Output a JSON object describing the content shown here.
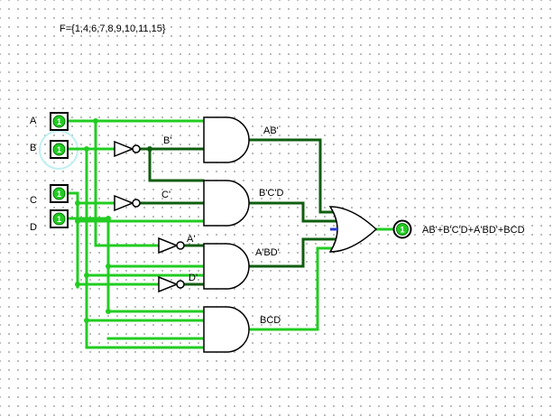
{
  "function_label": "F={1,4,6,7,8,9,10,11,15}",
  "inputs": [
    {
      "name": "A",
      "value": "1"
    },
    {
      "name": "B",
      "value": "1"
    },
    {
      "name": "C",
      "value": "1"
    },
    {
      "name": "D",
      "value": "1"
    }
  ],
  "inverter_labels": [
    "B'",
    "C'",
    "A'",
    "D'"
  ],
  "gate_labels": [
    "AB'",
    "B'C'D",
    "A'BD'",
    "BCD"
  ],
  "output": {
    "label": "AB'+B'C'D+A'BD'+BCD",
    "value": "1"
  },
  "colors": {
    "wire_on": "#22cc22",
    "wire_off": "#0f5e0f",
    "selection": "#bfeff2"
  }
}
